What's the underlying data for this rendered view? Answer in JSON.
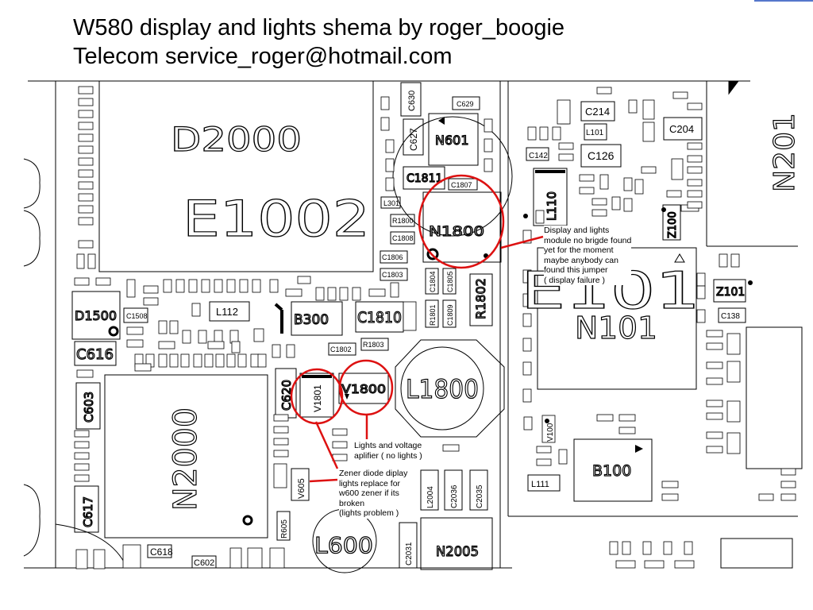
{
  "title": {
    "line1": "W580 display and lights shema by roger_boogie",
    "line2": "Telecom service_roger@hotmail.com"
  },
  "components": {
    "d2000": "D2000",
    "e1002": "E1002",
    "n2000": "N2000",
    "n1800": "N1800",
    "n101": "N101",
    "e101": "E101",
    "n601": "N601",
    "n201": "N201",
    "l1800": "L1800",
    "v1800": "V1800",
    "v1801": "V1801",
    "v605": "V605",
    "l600": "L600",
    "n2005": "N2005",
    "b100": "B100",
    "b300": "B300",
    "c1810": "C1810",
    "r1802": "R1802",
    "c1811": "C1811",
    "d1500": "D1500",
    "c616": "C616",
    "c603": "C603",
    "c617": "C617",
    "c620": "C620",
    "c618": "C618",
    "c602": "C602",
    "l112": "L112",
    "l110": "L110",
    "c126": "C126",
    "c214": "C214",
    "c204": "C204",
    "c142": "C142",
    "z100": "Z100",
    "z101": "Z101",
    "l111": "L111",
    "v100": "V100",
    "c2031": "C2031",
    "c2036": "C2036",
    "c2035": "C2035",
    "l2004": "L2004",
    "r605": "R605",
    "c627": "C627",
    "c629": "C629",
    "l101": "L101",
    "c138": "C138",
    "c1508": "C1508",
    "c1806": "C1806",
    "c1803": "C1803",
    "c1802": "C1802",
    "r1803": "R1803",
    "r1800": "R1800",
    "c1804": "C1804",
    "c1805": "C1805",
    "r1801": "R1801",
    "c1808": "C1808",
    "c1809": "C1809",
    "c1807": "C1807",
    "l301": "L301",
    "c630": "C630"
  },
  "annotations": {
    "display": "Display and lights\nmodule no brigde found\nyet for the moment\nmaybe anybody can\nfound this jumper\n( display failure )",
    "lights": "Lights and voltage\naplifier ( no lights )",
    "zener": "Zener diode diplay\nlights replace for\nw600 zener if its\nbroken\n(lights problem )"
  },
  "colors": {
    "highlight": "#dd1111",
    "outline": "#000000",
    "background": "#ffffff"
  }
}
